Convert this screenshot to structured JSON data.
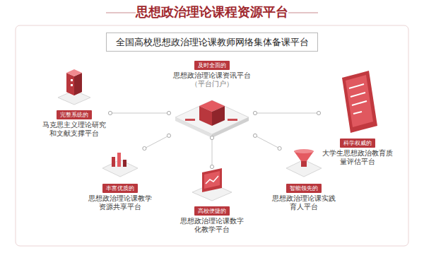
{
  "diagram": {
    "title": "思想政治理论课程资源平台",
    "nodes": [
      {
        "text": [
          "全国高校思想政治理论课教师网络集体备课平台"
        ]
      },
      {
        "text": [
          "及时全面的",
          "思想政治理论课资讯平台",
          "（平台门户）"
        ]
      },
      {
        "text": [
          "完整系统的",
          "马克思主义理论研究和文献支撑平台"
        ]
      },
      {
        "text": [
          "科学权威的",
          "大学生思想政治教育质量评估平台"
        ]
      },
      {
        "text": [
          "丰富优质的",
          "思想政治理论课教学资源共享平台"
        ]
      },
      {
        "text": [
          "智能领先的",
          "思想政治理论课实践育人平台"
        ]
      },
      {
        "text": [
          "高校便捷的",
          "思想政治理论课数字化教学平台"
        ]
      }
    ],
    "edges": [
      {
        "from": 1,
        "to": 2,
        "arrow": "none"
      },
      {
        "from": 1,
        "to": 3,
        "arrow": "none"
      },
      {
        "from": 1,
        "to": 4,
        "arrow": "none"
      },
      {
        "from": 1,
        "to": 5,
        "arrow": "none"
      },
      {
        "from": 1,
        "to": 6,
        "arrow": "none"
      }
    ]
  }
}
